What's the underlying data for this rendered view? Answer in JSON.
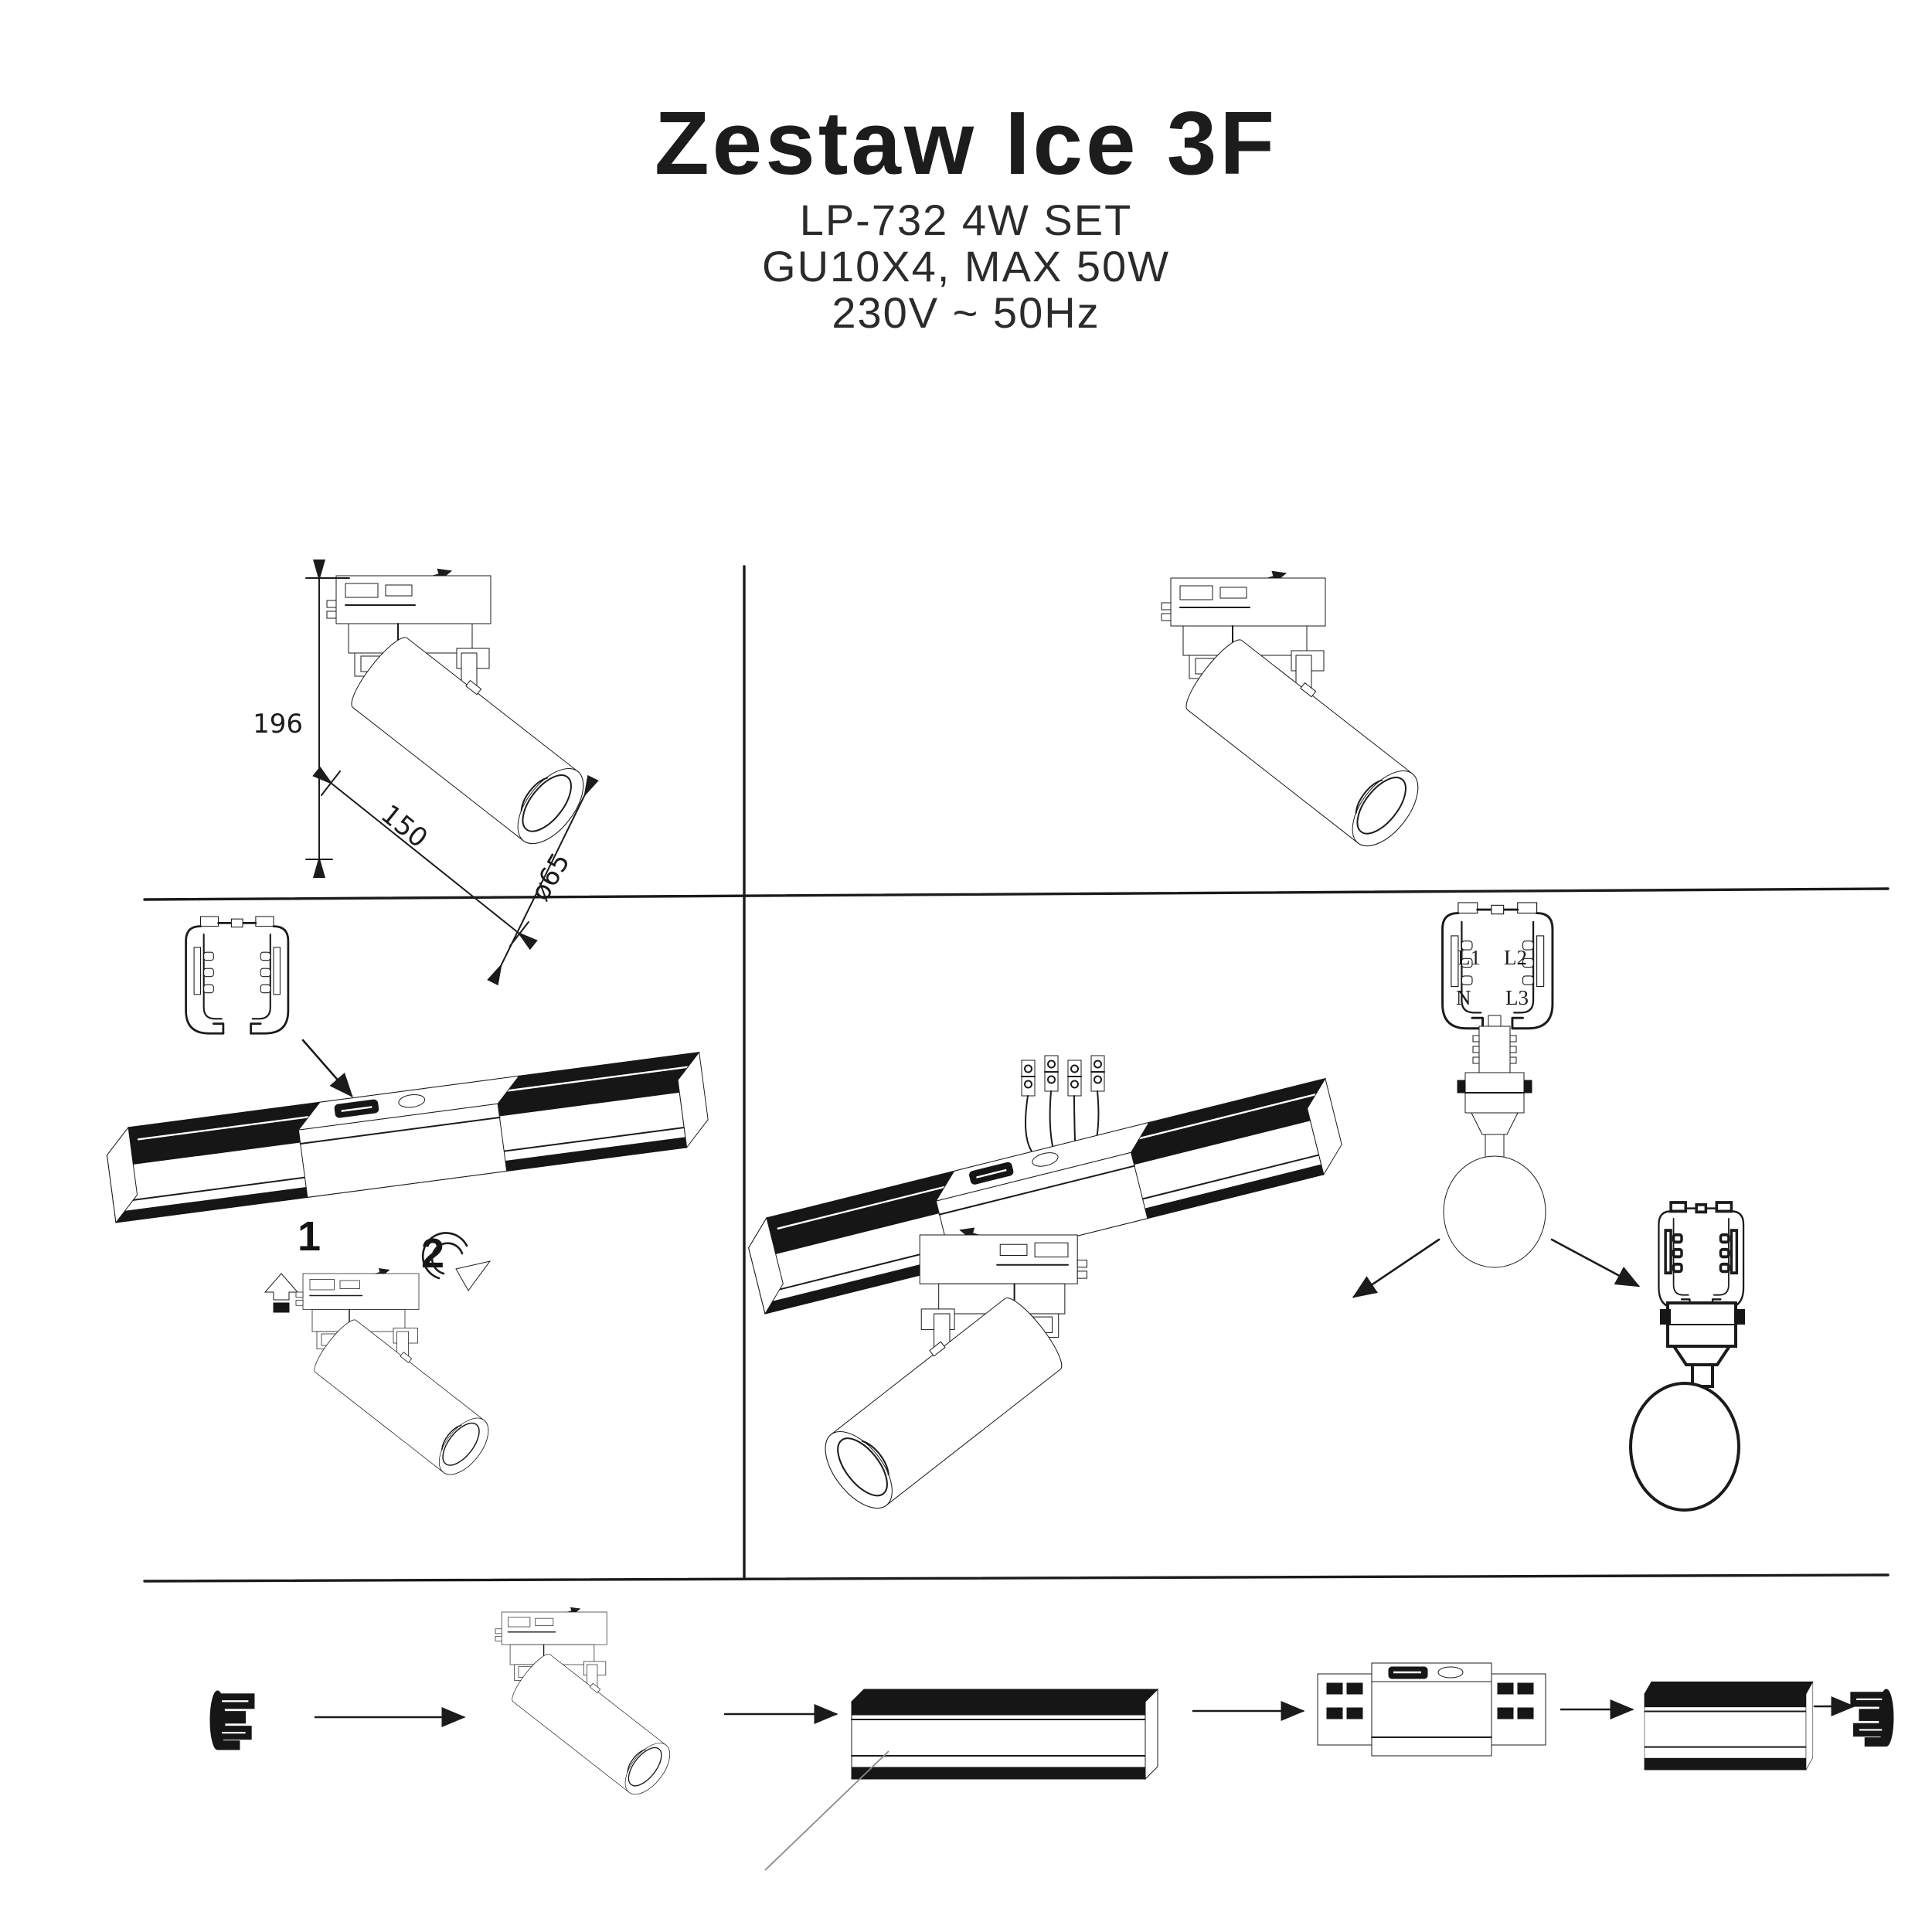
{
  "header": {
    "title": "Zestaw Ice 3F",
    "model": "LP-732 4W SET",
    "lamp": "GU10X4, MAX 50W",
    "power": "230V ~ 50Hz"
  },
  "dimensions": {
    "height_mm": "196",
    "length_mm": "150",
    "diameter_mm": "ø65"
  },
  "steps": {
    "insert": "1",
    "rotate": "2"
  },
  "wiring": {
    "l1": "L1",
    "l2": "L2",
    "n": "N",
    "l3": "L3"
  },
  "colors": {
    "ink": "#1b1b1b",
    "paper": "#ffffff"
  }
}
